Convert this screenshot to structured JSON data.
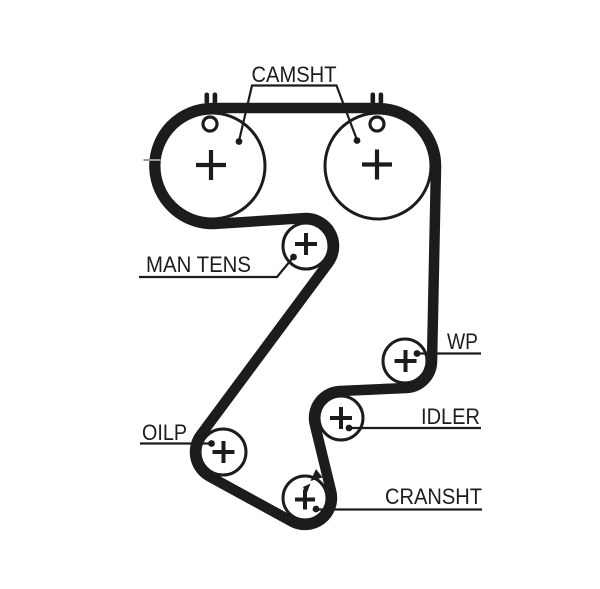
{
  "diagram": {
    "background_color": "#ffffff",
    "line_color": "#1c1c1c",
    "belt_tick_color": "#9a9a9a",
    "labels": {
      "camsht": "CAMSHT",
      "man_tens": "MAN TENS",
      "wp": "WP",
      "idler": "IDLER",
      "oilp": "OILP",
      "cransht": "CRANSHT"
    },
    "pulleys": [
      {
        "id": "camshaft-left",
        "label": "CAMSHT",
        "timing_mark": "II",
        "center_symbol": "+",
        "hole_symbol": "o"
      },
      {
        "id": "camshaft-right",
        "label": "CAMSHT",
        "timing_mark": "II",
        "center_symbol": "+",
        "hole_symbol": "o"
      },
      {
        "id": "manual-tensioner",
        "label": "MAN TENS",
        "center_symbol": "+"
      },
      {
        "id": "water-pump",
        "label": "WP",
        "center_symbol": "+"
      },
      {
        "id": "idler",
        "label": "IDLER",
        "center_symbol": "+"
      },
      {
        "id": "oil-pump",
        "label": "OILP",
        "center_symbol": "+"
      },
      {
        "id": "crankshaft",
        "label": "CRANSHT",
        "center_symbol": "+",
        "alignment_arrows": true
      }
    ]
  }
}
